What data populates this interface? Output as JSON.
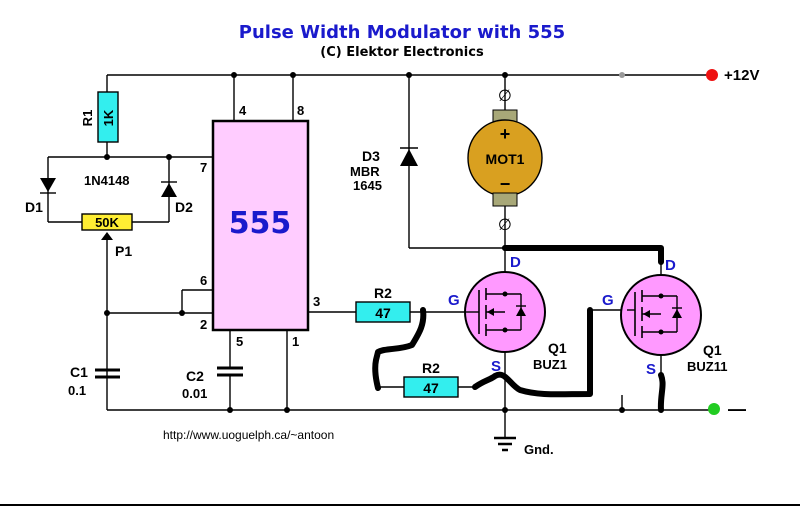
{
  "title": "Pulse Width Modulator with 555",
  "subtitle": "(C) Elektor Electronics",
  "url": "http://www.uoguelph.ca/~antoon",
  "colors": {
    "title": "#1a1acc",
    "chip_fill": "#ffccff",
    "resistor_fill": "#33eeee",
    "pot_fill": "#ffee33",
    "motor_fill": "#d9a020",
    "motor_terminal": "#a8a878",
    "positive_terminal": "#ee1111",
    "negative_terminal": "#22cc22"
  },
  "chip": {
    "label": "555",
    "pins": {
      "p4": "4",
      "p8": "8",
      "p7": "7",
      "p6": "6",
      "p2": "2",
      "p3": "3",
      "p5": "5",
      "p1": "1"
    }
  },
  "components": {
    "r1": {
      "name": "R1",
      "value": "1K"
    },
    "diodes_type": "1N4148",
    "d1": {
      "name": "D1"
    },
    "d2": {
      "name": "D2"
    },
    "p1": {
      "name": "P1",
      "value": "50K"
    },
    "c1": {
      "name": "C1",
      "value": "0.1"
    },
    "c2": {
      "name": "C2",
      "value": "0.01"
    },
    "r2a": {
      "name": "R2",
      "value": "47"
    },
    "r2b": {
      "name": "R2",
      "value": "47"
    },
    "d3": {
      "name": "D3",
      "part": "MBR",
      "part2": "1645"
    },
    "motor": {
      "name": "MOT1",
      "plus": "+",
      "minus": "−"
    },
    "q1a": {
      "name": "Q1",
      "part": "BUZ1",
      "g": "G",
      "d": "D",
      "s": "S"
    },
    "q1b": {
      "name": "Q1",
      "part": "BUZ11",
      "g": "G",
      "d": "D",
      "s": "S"
    }
  },
  "supply": {
    "positive": "+12V",
    "negative": "—",
    "ground": "Gnd."
  }
}
